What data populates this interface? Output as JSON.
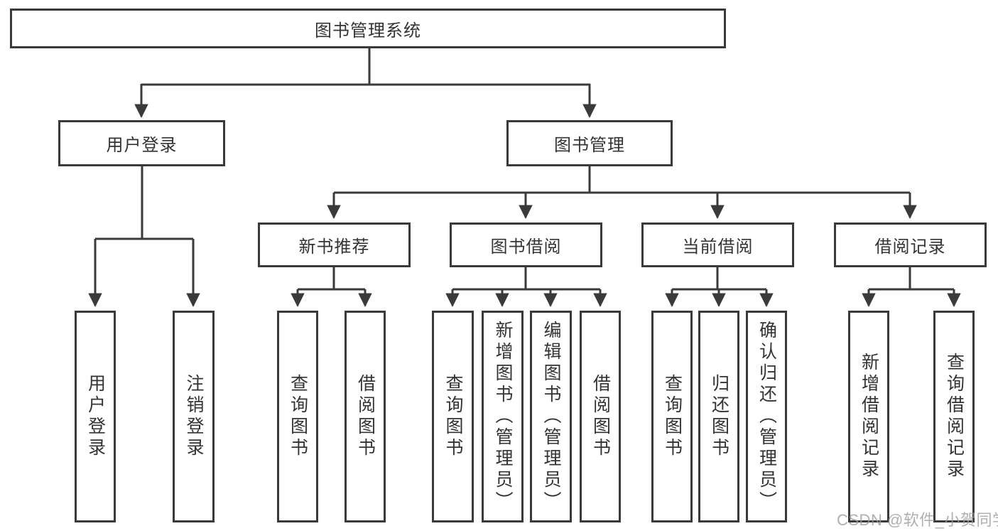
{
  "tree": {
    "root": {
      "label": "图书管理系统"
    },
    "user_login": {
      "label": "用户登录",
      "children": {
        "login": {
          "label": "用户登录"
        },
        "logout": {
          "label": "注销登录"
        }
      }
    },
    "book_mgmt": {
      "label": "图书管理",
      "children": {
        "new_book": {
          "label": "新书推荐",
          "children": {
            "query": {
              "label": "查询图书"
            },
            "borrow": {
              "label": "借阅图书"
            }
          }
        },
        "book_borrow": {
          "label": "图书借阅",
          "children": {
            "query": {
              "label": "查询图书"
            },
            "add": {
              "label": "新增图书（管理员）"
            },
            "edit": {
              "label": "编辑图书（管理员）"
            },
            "borrow": {
              "label": "借阅图书"
            }
          }
        },
        "current_borrow": {
          "label": "当前借阅",
          "children": {
            "query": {
              "label": "查询图书"
            },
            "return": {
              "label": "归还图书"
            },
            "confirm_return": {
              "label": "确认归还（管理员）"
            }
          }
        },
        "borrow_records": {
          "label": "借阅记录",
          "children": {
            "add_record": {
              "label": "新增借阅记录"
            },
            "query_record": {
              "label": "查询借阅记录"
            }
          }
        }
      }
    }
  },
  "watermark": {
    "text": "CSDN @软件_小贺同学"
  },
  "colors": {
    "line": "#3a3a3a",
    "text": "#333333",
    "box_background": "#ffffff",
    "watermark": "#9b9b9b",
    "page_background": "#ffffff"
  }
}
